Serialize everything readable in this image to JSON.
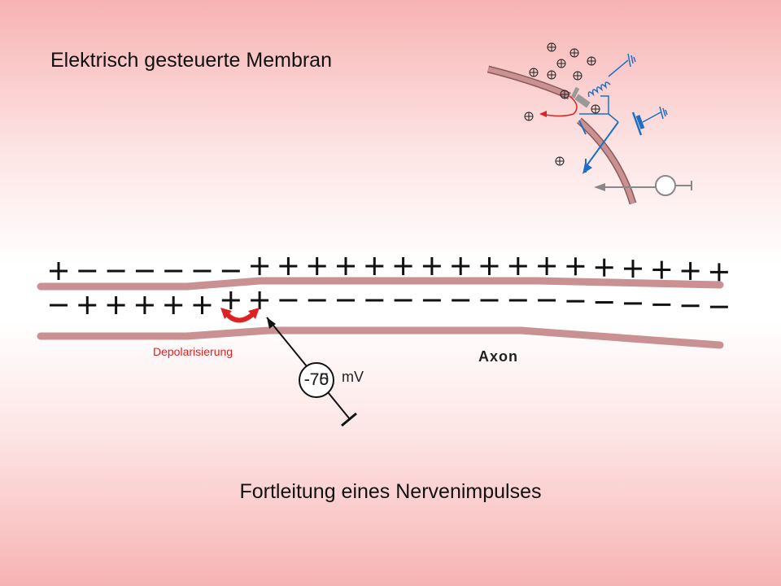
{
  "title": "Elektrisch gesteuerte Membran",
  "subtitle": "Fortleitung eines Nervenimpulses",
  "axon_label": "Axon",
  "depolarization_label": "Depolarisierung",
  "meter": {
    "values": [
      "-70",
      "-75"
    ],
    "unit": "mV"
  },
  "colors": {
    "membrane": "#c99191",
    "membrane_dark": "#8a5a5a",
    "charge": "#111111",
    "depolarization": "#dd2222",
    "channel_circuit": "#1e6fc4",
    "gate": "#999999"
  },
  "outer_charges": [
    "+",
    "-",
    "-",
    "-",
    "-",
    "-",
    "-",
    "+",
    "+",
    "+",
    "+",
    "+",
    "+",
    "+",
    "+",
    "+",
    "+",
    "+",
    "+",
    "+",
    "+",
    "+",
    "+",
    "+"
  ],
  "inner_charges": [
    "-",
    "+",
    "+",
    "+",
    "+",
    "+",
    "+",
    "+",
    "-",
    "-",
    "-",
    "-",
    "-",
    "-",
    "-",
    "-",
    "-",
    "-",
    "-",
    "-",
    "-",
    "-",
    "-",
    "-"
  ],
  "ion_symbol": "⊕"
}
